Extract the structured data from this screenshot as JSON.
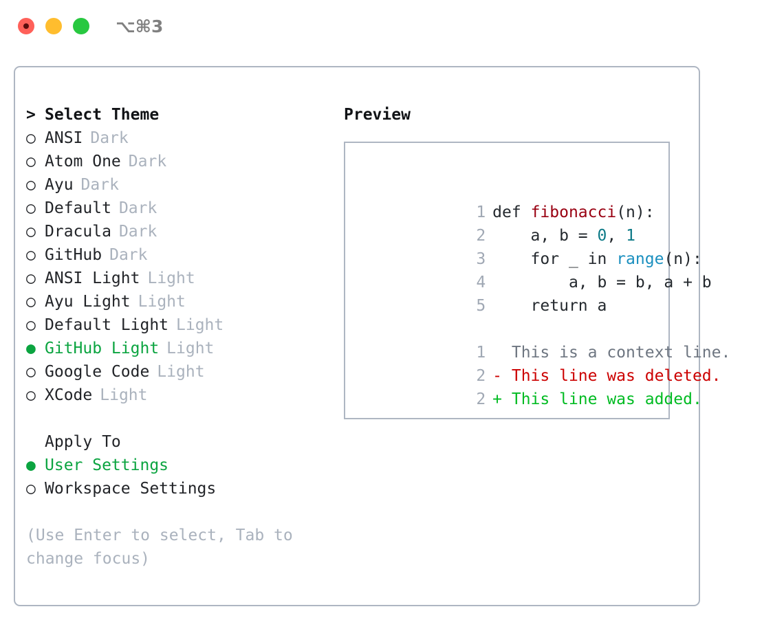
{
  "window": {
    "shortcut": "⌥⌘3",
    "traffic_lights": [
      "close-red",
      "minimize-yellow",
      "maximize-green"
    ]
  },
  "colors": {
    "selected_green": "#0ba440",
    "muted_gray": "#aab2bd",
    "border": "#aeb6c2",
    "diff_add": "#00bb22",
    "diff_del": "#cc0000",
    "diff_ctx": "#6e7681",
    "syntax_function": "#990011",
    "syntax_number": "#0d7a87",
    "syntax_call": "#1a8fbf"
  },
  "theme_list": {
    "header_marker": ">",
    "header_label": "Select Theme",
    "items": [
      {
        "marker": "○",
        "label": "ANSI",
        "suffix": "Dark",
        "selected": false
      },
      {
        "marker": "○",
        "label": "Atom One",
        "suffix": "Dark",
        "selected": false
      },
      {
        "marker": "○",
        "label": "Ayu",
        "suffix": "Dark",
        "selected": false
      },
      {
        "marker": "○",
        "label": "Default",
        "suffix": "Dark",
        "selected": false
      },
      {
        "marker": "○",
        "label": "Dracula",
        "suffix": "Dark",
        "selected": false
      },
      {
        "marker": "○",
        "label": "GitHub",
        "suffix": "Dark",
        "selected": false
      },
      {
        "marker": "○",
        "label": "ANSI Light",
        "suffix": "Light",
        "selected": false
      },
      {
        "marker": "○",
        "label": "Ayu Light",
        "suffix": "Light",
        "selected": false
      },
      {
        "marker": "○",
        "label": "Default Light",
        "suffix": "Light",
        "selected": false
      },
      {
        "marker": "●",
        "label": "GitHub Light",
        "suffix": "Light",
        "selected": true
      },
      {
        "marker": "○",
        "label": "Google Code",
        "suffix": "Light",
        "selected": false
      },
      {
        "marker": "○",
        "label": "XCode",
        "suffix": "Light",
        "selected": false
      }
    ]
  },
  "apply_to": {
    "title": "Apply To",
    "items": [
      {
        "marker": "●",
        "label": "User Settings",
        "selected": true
      },
      {
        "marker": "○",
        "label": "Workspace Settings",
        "selected": false
      }
    ]
  },
  "hint": "(Use Enter to select, Tab to change focus)",
  "preview": {
    "title": "Preview",
    "code_lines": [
      {
        "no": "1",
        "tokens": [
          {
            "t": "def ",
            "c": "plain"
          },
          {
            "t": "fibonacci",
            "c": "fn"
          },
          {
            "t": "(n):",
            "c": "plain"
          }
        ]
      },
      {
        "no": "2",
        "tokens": [
          {
            "t": "    a, b = ",
            "c": "plain"
          },
          {
            "t": "0",
            "c": "num"
          },
          {
            "t": ", ",
            "c": "plain"
          },
          {
            "t": "1",
            "c": "num"
          }
        ]
      },
      {
        "no": "3",
        "tokens": [
          {
            "t": "    for _ in ",
            "c": "plain"
          },
          {
            "t": "range",
            "c": "call"
          },
          {
            "t": "(n):",
            "c": "plain"
          }
        ]
      },
      {
        "no": "4",
        "tokens": [
          {
            "t": "        a, b = b, a + b",
            "c": "plain"
          }
        ]
      },
      {
        "no": "5",
        "tokens": [
          {
            "t": "    return a",
            "c": "plain"
          }
        ]
      }
    ],
    "diff_lines": [
      {
        "no": "1",
        "text": "  This is a context line.",
        "kind": "ctx"
      },
      {
        "no": "2",
        "text": "- This line was deleted.",
        "kind": "del"
      },
      {
        "no": "2",
        "text": "+ This line was added.",
        "kind": "add"
      }
    ]
  }
}
